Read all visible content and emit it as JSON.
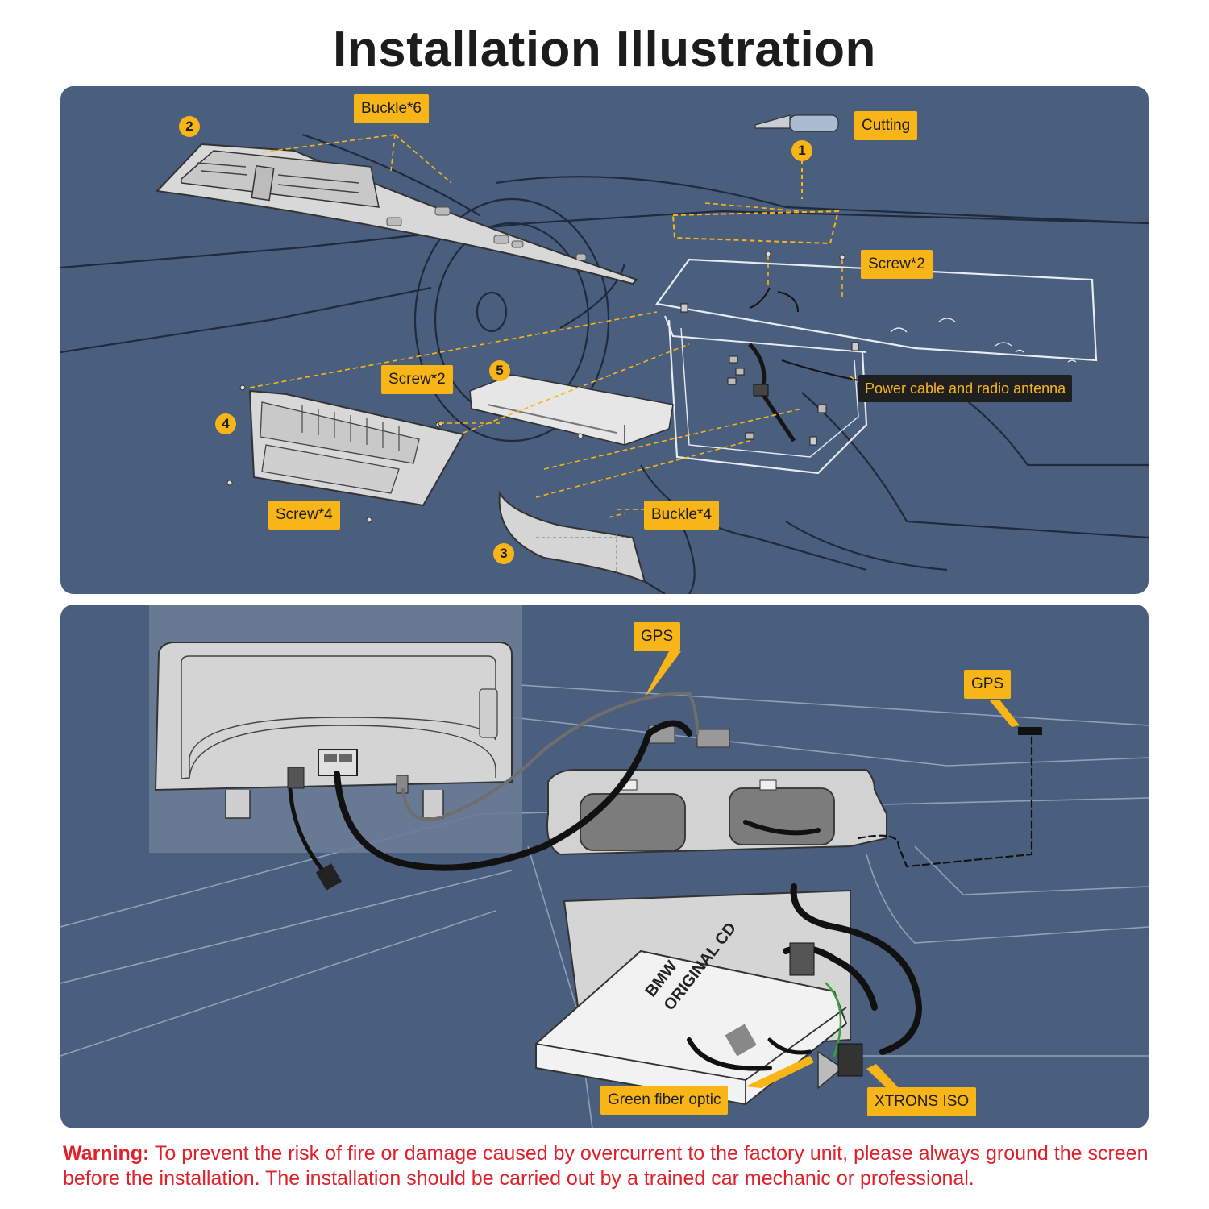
{
  "title": "Installation Illustration",
  "colors": {
    "panel_background": "#4a5e7e",
    "label_background": "#f8b517",
    "warning_text": "#e0202a"
  },
  "top_panel": {
    "steps": [
      "1",
      "2",
      "3",
      "4",
      "5"
    ],
    "labels": {
      "buckle_6": "Buckle*6",
      "cutting": "Cutting",
      "screw_2_right": "Screw*2",
      "screw_2_left": "Screw*2",
      "power_cable": "Power cable and radio antenna",
      "screw_4": "Screw*4",
      "buckle_4": "Buckle*4"
    },
    "icons": [
      "cutting-knife-icon",
      "screw-icon"
    ]
  },
  "bottom_panel": {
    "labels": {
      "gps_left": "GPS",
      "gps_right": "GPS",
      "green_fiber_optic": "Green fiber optic",
      "xtrons_iso": "XTRONS ISO"
    },
    "cd_unit_text": [
      "BMW",
      "ORIGINAL CD"
    ]
  },
  "warning": {
    "label": "Warning:",
    "text": " To prevent the risk of fire or damage caused by overcurrent to the factory unit, please always ground the screen before the installation. The installation should be carried out by a trained car mechanic or professional."
  }
}
